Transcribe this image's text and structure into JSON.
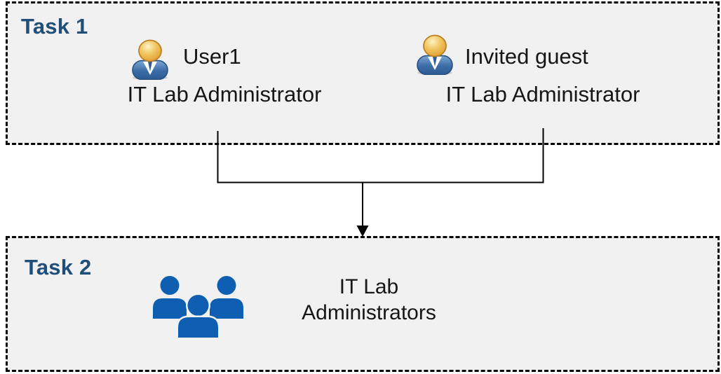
{
  "colors": {
    "task_label": "#1f4e79",
    "box_fill": "#f1f1f1",
    "box_border": "#000000",
    "connector": "#000000",
    "group_icon": "#0e5fb2",
    "person_body": "#3c6ca6",
    "person_head": "#edb23c"
  },
  "task1": {
    "label": "Task 1",
    "members": [
      {
        "icon": "person-icon",
        "name": "User1",
        "role": "IT Lab Administrator"
      },
      {
        "icon": "person-icon",
        "name": "Invited guest",
        "role": "IT Lab Administrator"
      }
    ]
  },
  "task2": {
    "label": "Task 2",
    "group": {
      "icon": "people-group-icon",
      "name": "IT Lab Administrators"
    }
  }
}
